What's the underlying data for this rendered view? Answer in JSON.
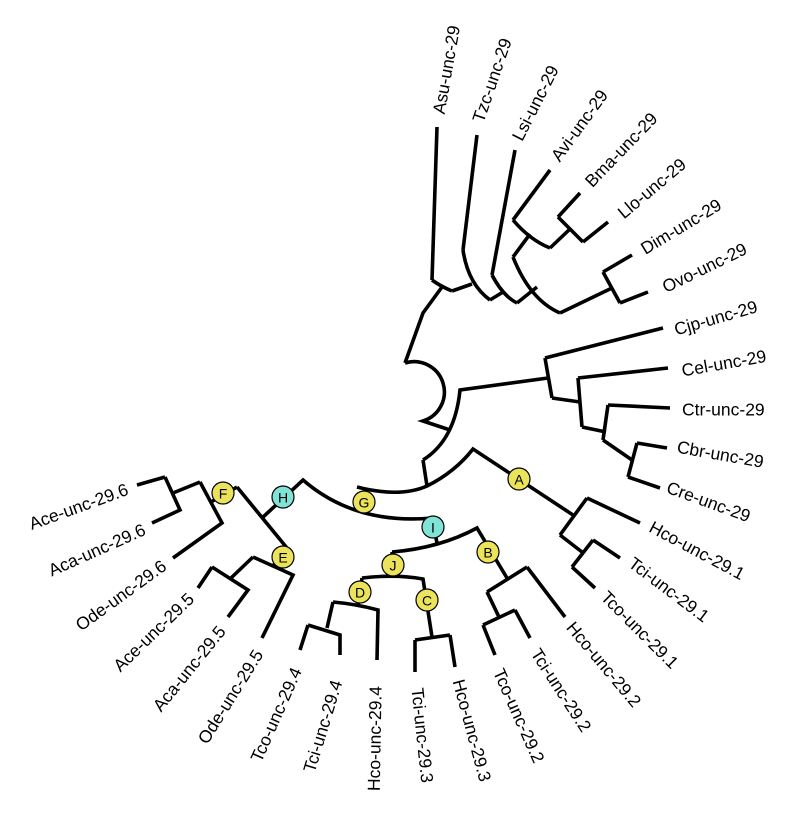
{
  "tree": {
    "leaves": [
      "Asu-unc-29",
      "Tzc-unc-29",
      "Lsi-unc-29",
      "Avi-unc-29",
      "Bma-unc-29",
      "Llo-unc-29",
      "Dim-unc-29",
      "Ovo-unc-29",
      "Cjp-unc-29",
      "Cel-unc-29",
      "Ctr-unc-29",
      "Cbr-unc-29",
      "Cre-unc-29",
      "Hco-unc-29.1",
      "Tci-unc-29.1",
      "Tco-unc-29.1",
      "Hco-unc-29.2",
      "Tci-unc-29.2",
      "Tco-unc-29.2",
      "Hco-unc-29.3",
      "Tci-unc-29.3",
      "Hco-unc-29.4",
      "Tci-unc-29.4",
      "Tco-unc-29.4",
      "Ode-unc-29.5",
      "Aca-unc-29.5",
      "Ace-unc-29.5",
      "Ode-unc-29.6",
      "Aca-unc-29.6",
      "Ace-unc-29.6"
    ],
    "nodes": [
      {
        "label": "A",
        "color": "#ece35c"
      },
      {
        "label": "B",
        "color": "#ece35c"
      },
      {
        "label": "C",
        "color": "#ece35c"
      },
      {
        "label": "D",
        "color": "#ece35c"
      },
      {
        "label": "E",
        "color": "#ece35c"
      },
      {
        "label": "F",
        "color": "#ece35c"
      },
      {
        "label": "G",
        "color": "#ece35c"
      },
      {
        "label": "H",
        "color": "#7fe3d6"
      },
      {
        "label": "I",
        "color": "#7fe3d6"
      },
      {
        "label": "J",
        "color": "#ece35c"
      }
    ]
  }
}
